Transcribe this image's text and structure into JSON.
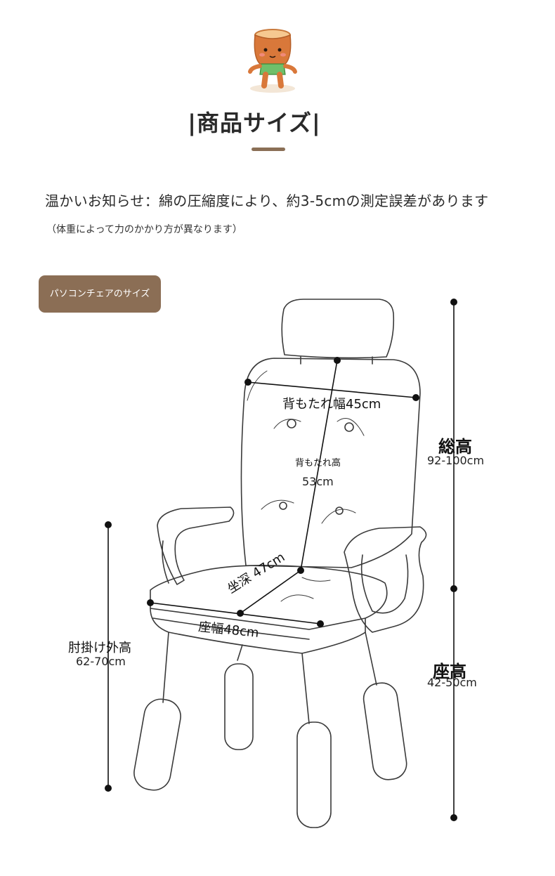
{
  "section_title": "|商品サイズ|",
  "notice": "温かいお知らせ：綿の圧縮度により、約3-5cmの測定誤差があります",
  "sub_note": "（体重によって力のかかり方が異なります）",
  "tag_label": "パソコンチェアのサイズ",
  "dimensions": {
    "backrest_width": "背もたれ幅45cm",
    "backrest_height_label": "背もたれ高",
    "backrest_height_value": "53cm",
    "total_height_label": "総高",
    "total_height_value": "92-100cm",
    "seat_depth": "坐深 47cm",
    "seat_width": "座幅48cm",
    "armrest_height_label": "肘掛け外高",
    "armrest_height_value": "62-70cm",
    "seat_height_label": "座高",
    "seat_height_value": "42-50cm"
  }
}
